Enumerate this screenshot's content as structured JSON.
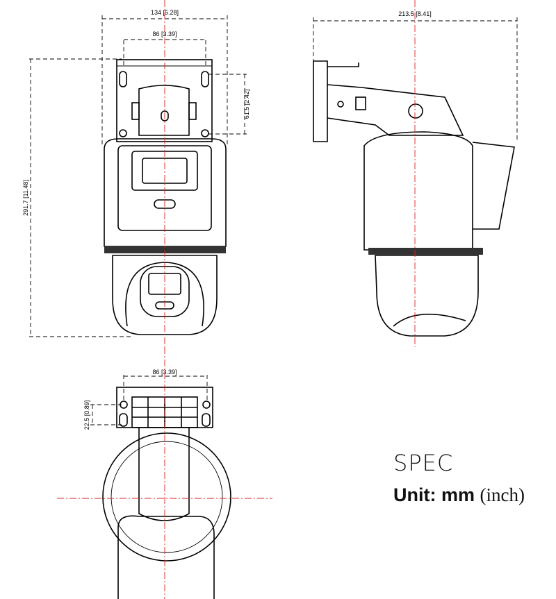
{
  "front_view": {
    "width_label": "134 [5.28]",
    "mount_label": "86 [3.39]",
    "hole_spacing_label": "61.5 [2.42]",
    "height_label": "291.7 [11.48]"
  },
  "side_view": {
    "depth_label": "213.5 [8.41]"
  },
  "bottom_view": {
    "mount_label": "86 [3.39]",
    "hole_spacing_label": "22.5 [0.89]"
  },
  "legend": {
    "title": "SPEC",
    "unit_prefix": "Unit: mm",
    "unit_suffix": "(inch)"
  }
}
